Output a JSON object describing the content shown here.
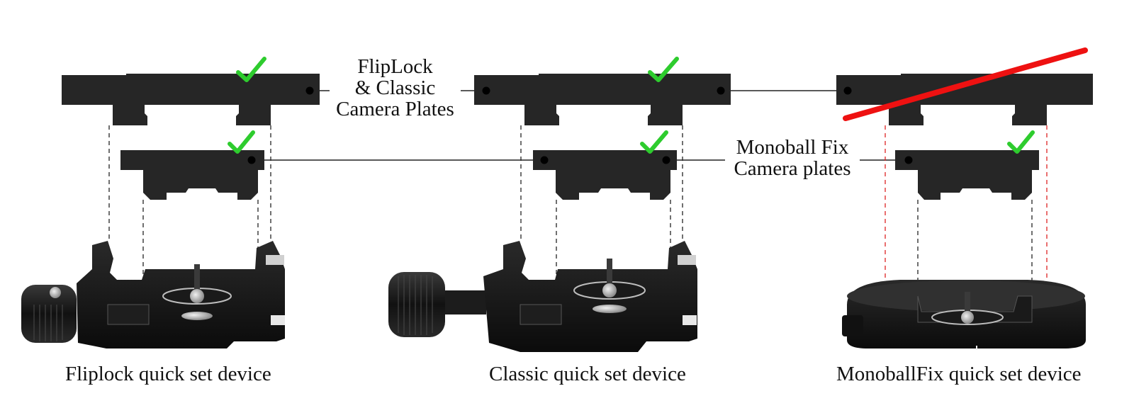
{
  "labels": {
    "plates_top_line1": "FlipLock",
    "plates_top_line2": "& Classic",
    "plates_top_line3": "Camera Plates",
    "plates_mono_line1": "Monoball Fix",
    "plates_mono_line2": "Camera plates"
  },
  "captions": {
    "fliplock": "Fliplock quick set device",
    "classic": "Classic quick set device",
    "monoball": "MonoballFix quick set device"
  },
  "compatibility": {
    "fliplock_device": {
      "classic_plate": "compatible",
      "monoball_plate": "compatible"
    },
    "classic_device": {
      "classic_plate": "compatible",
      "monoball_plate": "compatible"
    },
    "monoballfix_device": {
      "classic_plate": "incompatible",
      "monoball_plate": "compatible"
    }
  },
  "colors": {
    "plate": "#262626",
    "check": "#2ecc2e",
    "cross": "#ee1111",
    "guide_ok": "#222222",
    "guide_bad": "#dd2222",
    "device": "#151515"
  }
}
